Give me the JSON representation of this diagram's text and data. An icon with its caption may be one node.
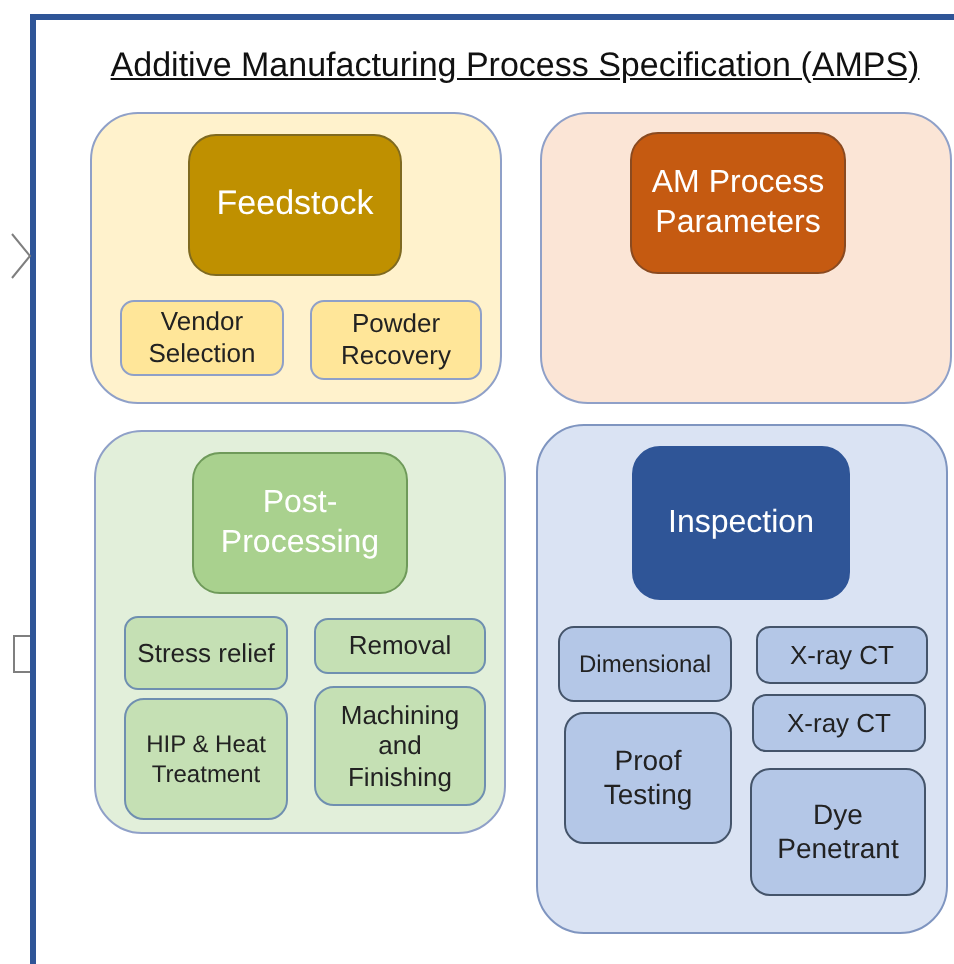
{
  "diagram": {
    "title": "Additive Manufacturing Process Specification (AMPS)",
    "nodes": [
      {
        "text": [],
        "shape": "box"
      },
      {
        "text": [
          "Feedstock"
        ],
        "in": 0
      },
      {
        "text": [
          "Vendor Selection"
        ],
        "in": 0
      },
      {
        "text": [
          "Powder Recovery"
        ],
        "in": 0
      },
      {
        "text": [],
        "shape": "box"
      },
      {
        "text": [
          "AM Process Parameters"
        ],
        "in": 4
      },
      {
        "text": [],
        "shape": "box"
      },
      {
        "text": [
          "Post-Processing"
        ],
        "in": 6
      },
      {
        "text": [
          "Stress relief"
        ],
        "in": 6
      },
      {
        "text": [
          "Removal"
        ],
        "in": 6
      },
      {
        "text": [
          "HIP & Heat Treatment"
        ],
        "in": 6
      },
      {
        "text": [
          "Machining and Finishing"
        ],
        "in": 6
      },
      {
        "text": [],
        "shape": "box"
      },
      {
        "text": [
          "Inspection"
        ],
        "in": 12
      },
      {
        "text": [
          "Dimensional"
        ],
        "in": 12
      },
      {
        "text": [
          "X-ray CT"
        ],
        "in": 12
      },
      {
        "text": [
          "X-ray CT"
        ],
        "in": 12
      },
      {
        "text": [
          "Proof Testing"
        ],
        "in": 12
      },
      {
        "text": [
          "Dye Penetrant"
        ],
        "in": 12
      }
    ]
  }
}
